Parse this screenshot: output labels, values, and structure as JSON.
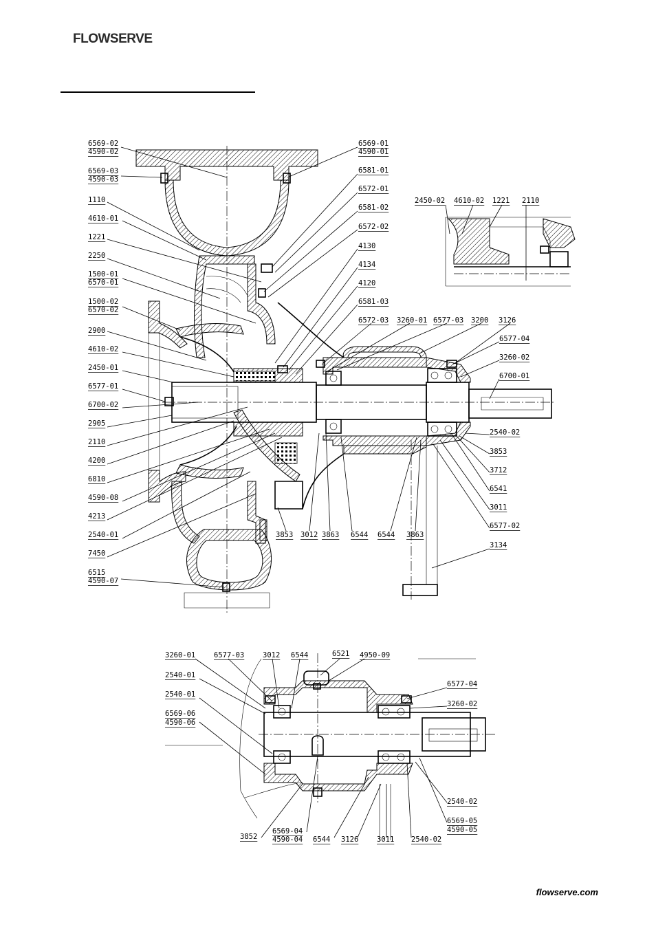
{
  "brand": {
    "logo_text": "FLOWSERVE",
    "footer_url": "flowserve.com"
  },
  "main_labels": {
    "left": [
      "6569-02",
      "4590-02",
      "6569-03",
      "4590-03",
      "1110",
      "4610-01",
      "1221",
      "2250",
      "1500-01",
      "6570-01",
      "1500-02",
      "6570-02",
      "2900",
      "4610-02",
      "2450-01",
      "6577-01",
      "6700-02",
      "2905",
      "2110",
      "4200",
      "6810",
      "4590-08",
      "4213",
      "2540-01",
      "7450",
      "6515",
      "4590-07"
    ],
    "right": [
      "6569-01",
      "4590-01",
      "6581-01",
      "6572-01",
      "6581-02",
      "6572-02",
      "4130",
      "4134",
      "4120",
      "6581-03"
    ],
    "top_row": [
      "6572-03",
      "3260-01",
      "6577-03",
      "3200",
      "3126"
    ],
    "right_side": [
      "6577-04",
      "3260-02",
      "6700-01",
      "2540-02",
      "3853",
      "3712",
      "6541",
      "3011",
      "6577-02",
      "3134"
    ],
    "bottom_row": [
      "3853",
      "3012",
      "3863",
      "6544",
      "6544",
      "3863"
    ]
  },
  "detail_labels": [
    "2450-02",
    "4610-02",
    "1221",
    "2110"
  ],
  "bearing_labels": {
    "top": [
      "3260-01",
      "6577-03",
      "3012",
      "6544",
      "6521",
      "4950-09"
    ],
    "left": [
      "2540-01",
      "2540-01",
      "6569-06",
      "4590-06"
    ],
    "right": [
      "6577-04",
      "3260-02",
      "2540-02",
      "6569-05",
      "4590-05"
    ],
    "bottom": [
      "3852",
      "6569-04",
      "4590-04",
      "6544",
      "3126",
      "3011",
      "2540-02"
    ]
  }
}
